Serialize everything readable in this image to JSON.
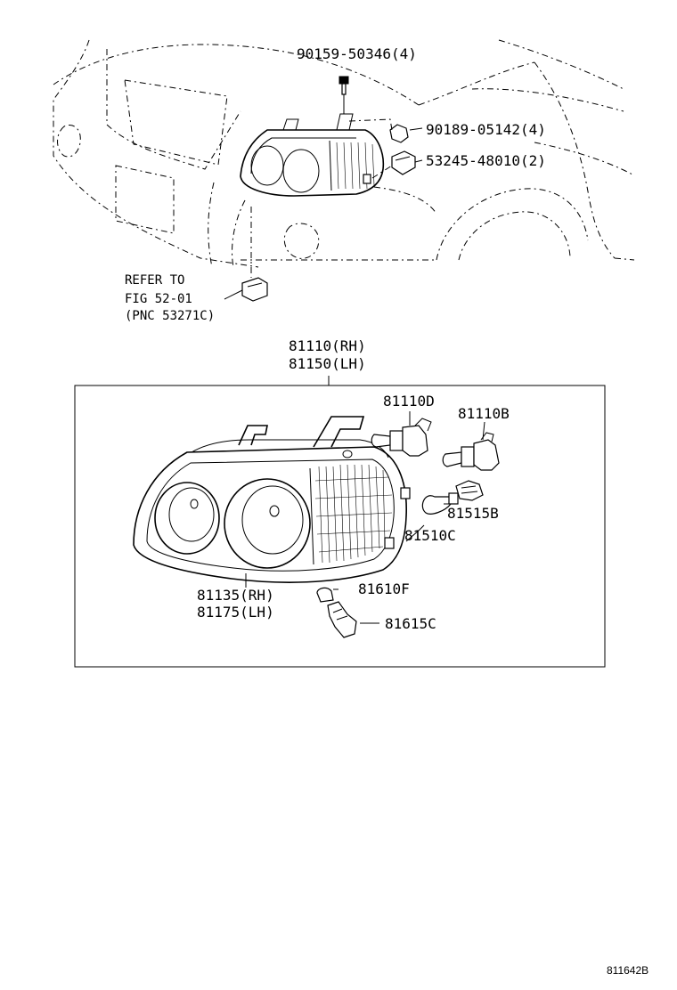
{
  "labels": {
    "screw": "90159-50346(4)",
    "nut": "90189-05142(4)",
    "clip": "53245-48010(2)",
    "refer_line1": "REFER TO",
    "refer_line2": "FIG 52-01",
    "refer_line3": "(PNC 53271C)",
    "assy_rh": "81110(RH)",
    "assy_lh": "81150(LH)",
    "bulb_d": "81110D",
    "bulb_b": "81110B",
    "socket_b": "81515B",
    "bulb_c": "81510C",
    "lens_rh": "81135(RH)",
    "lens_lh": "81175(LH)",
    "bulb_f": "81610F",
    "socket_c": "81615C"
  },
  "figure_ref": "811642B"
}
